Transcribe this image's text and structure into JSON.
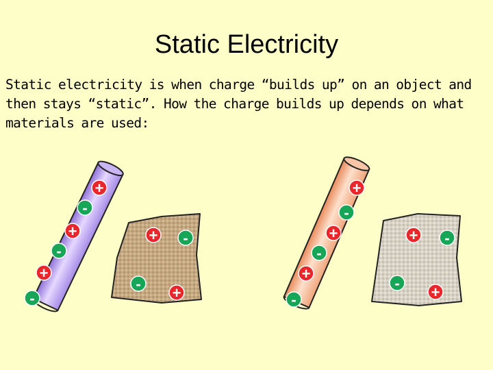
{
  "slide": {
    "title": "Static Electricity",
    "body_lines": [
      "Static electricity is when charge “builds up” on an object and",
      "then stays “static”.  How the charge builds up depends on what",
      "materials are used:"
    ]
  },
  "charges": {
    "positive": "+",
    "negative": "-"
  },
  "colors": {
    "background": "#fefec8",
    "positive_charge": "#e8262b",
    "negative_charge": "#17a557",
    "rod_left": "#c9a8f4",
    "rod_right": "#f6b890",
    "cloth_left": "#c3a882",
    "cloth_right": "#d6d0c2"
  },
  "illustrations": [
    {
      "name": "rod-left",
      "depicts": "glass rod"
    },
    {
      "name": "cloth-left",
      "depicts": "cloth"
    },
    {
      "name": "rod-right",
      "depicts": "rod"
    },
    {
      "name": "cloth-right",
      "depicts": "cloth"
    }
  ]
}
